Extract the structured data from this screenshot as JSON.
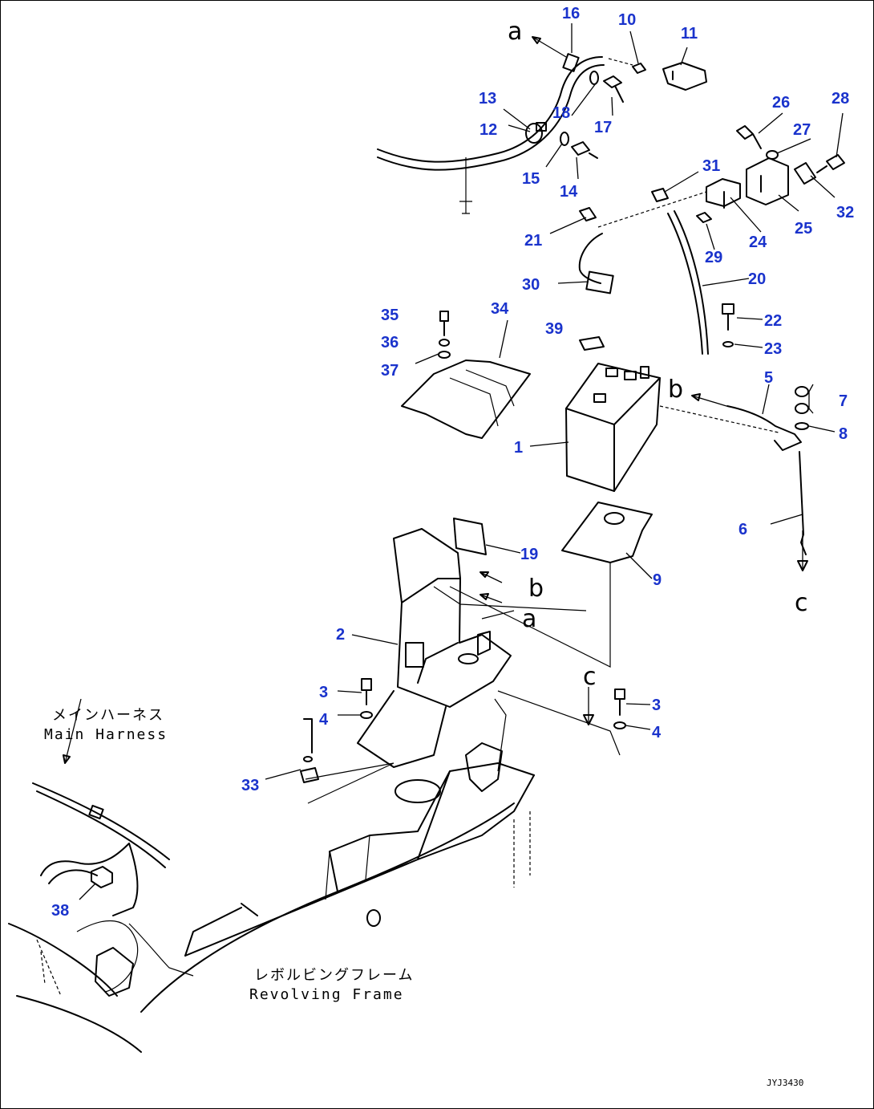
{
  "diagram": {
    "callouts": [
      "1",
      "2",
      "3",
      "4",
      "5",
      "6",
      "7",
      "8",
      "9",
      "10",
      "11",
      "12",
      "13",
      "14",
      "15",
      "16",
      "17",
      "18",
      "19",
      "20",
      "21",
      "22",
      "23",
      "24",
      "25",
      "26",
      "27",
      "28",
      "29",
      "30",
      "31",
      "32",
      "33",
      "34",
      "35",
      "36",
      "37",
      "38",
      "39"
    ],
    "refs": {
      "a": "a",
      "b": "b",
      "c": "c"
    },
    "captions": {
      "main_harness_jp": "メインハーネス",
      "main_harness_en": "Main Harness",
      "revolving_frame_jp": "レボルビングフレーム",
      "revolving_frame_en": "Revolving Frame"
    },
    "drawing_code": "JYJ3430"
  }
}
